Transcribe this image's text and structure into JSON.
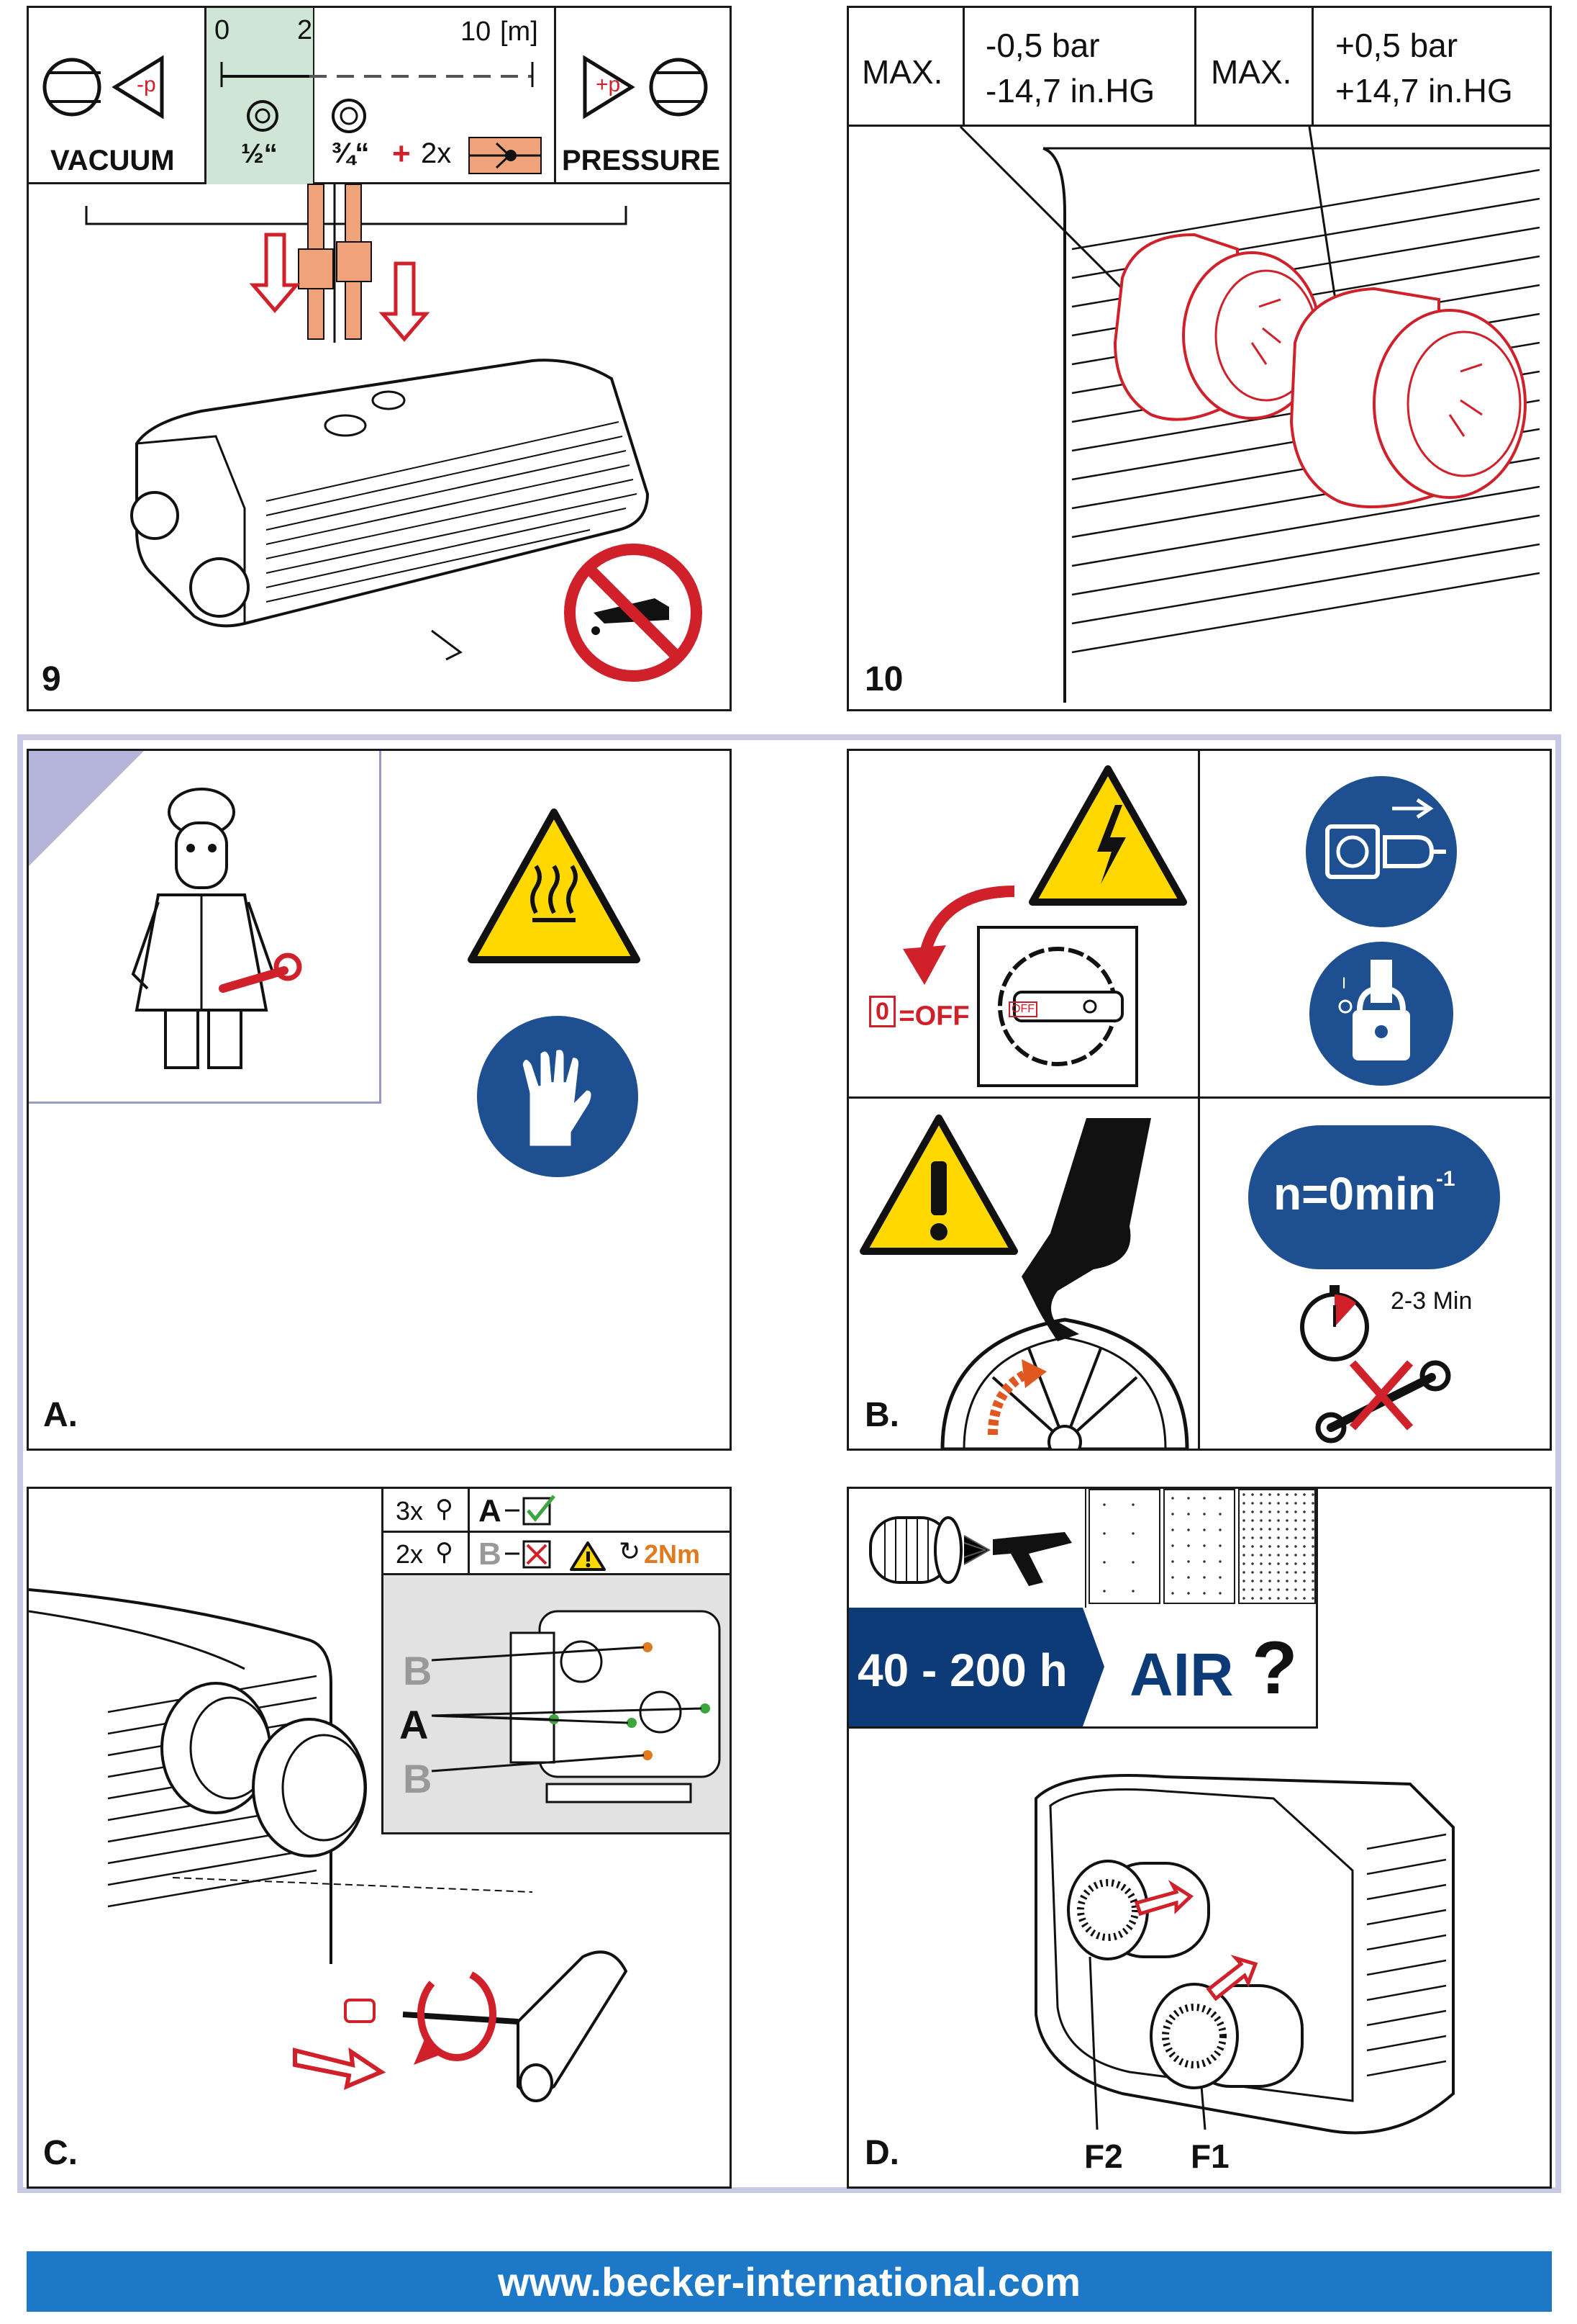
{
  "panel9": {
    "number": "9",
    "scale_start": "0",
    "scale_mark": "2",
    "scale_end": "10",
    "scale_unit": "[m]",
    "vacuum_label": "VACUUM",
    "vacuum_symbol": "-p",
    "pressure_label": "PRESSURE",
    "pressure_symbol": "+p",
    "size_half": "½“",
    "size_three_quarter": "¾“",
    "plus_sign": "+",
    "valve_count": "2x",
    "prohibition_icon": "no-oil-icon",
    "accent_color": "#f0a27a",
    "zone_color": "#cfe6d6"
  },
  "panel10": {
    "number": "10",
    "max_label_1": "MAX.",
    "vacuum_bar": "-0,5 bar",
    "vacuum_inhg": "-14,7 in.HG",
    "max_label_2": "MAX.",
    "pressure_bar": "+0,5 bar",
    "pressure_inhg": "+14,7 in.HG"
  },
  "panelA": {
    "letter": "A.",
    "hot_surface_icon": "hot-surface-warning-icon",
    "gloves_icon": "wear-gloves-icon",
    "mechanic_icon": "qualified-mechanic-icon"
  },
  "panelB": {
    "letter": "B.",
    "off_value": "0",
    "off_label": "=OFF",
    "switch_off_text": "OFF",
    "speed_text": "n=0min",
    "speed_exponent": "-1",
    "wait_time": "2-3 Min",
    "electric_icon": "electric-hazard-icon",
    "warning_icon": "general-warning-icon",
    "unplug_icon": "disconnect-mains-icon",
    "lock_icon": "lockout-icon",
    "blue": "#1d4f91"
  },
  "panelC": {
    "letter": "C.",
    "row1_count": "3x",
    "row1_label": "A",
    "row2_count": "2x",
    "row2_label": "B",
    "torque": "2Nm",
    "label_b_top": "B",
    "label_a": "A",
    "label_b_bottom": "B",
    "orange": "#e07a1f"
  },
  "panelD": {
    "letter": "D.",
    "hours": "40 - 200 h",
    "air": "AIR",
    "question": "?",
    "filter_f2": "F2",
    "filter_f1": "F1",
    "navy": "#0d3b78"
  },
  "footer": {
    "url": "www.becker-international.com",
    "bar_color": "#1e78c8"
  }
}
